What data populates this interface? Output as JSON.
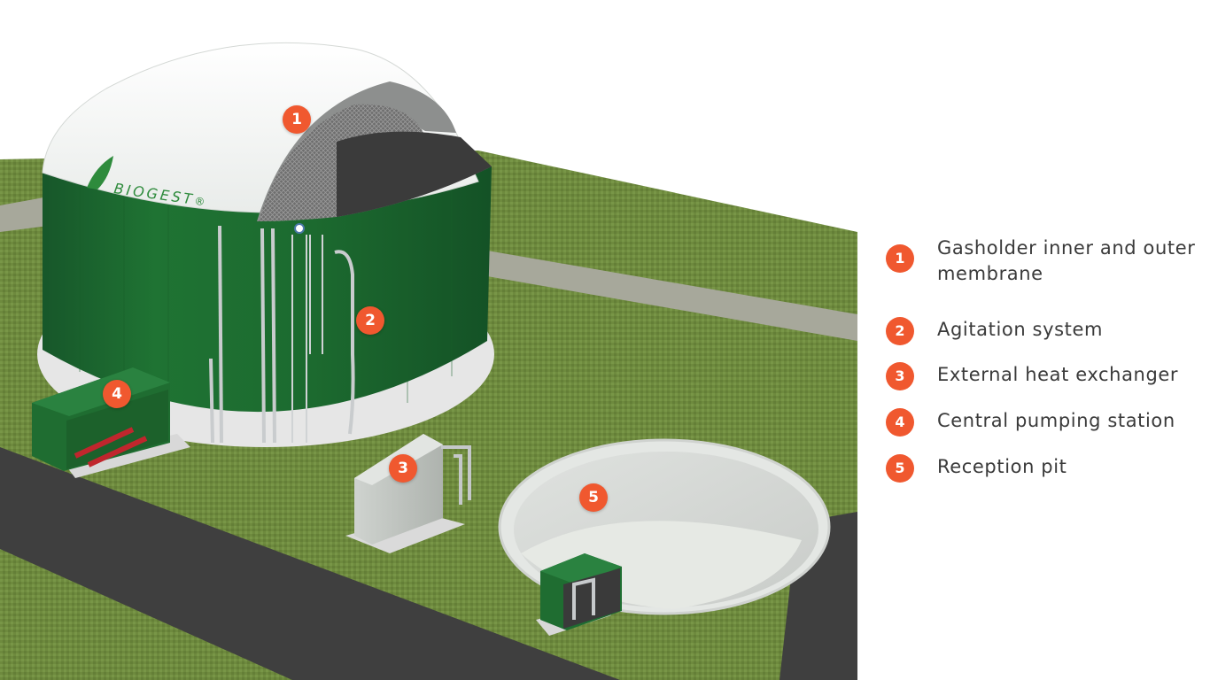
{
  "logo": {
    "text": "BIOGEST",
    "mark": "®"
  },
  "markers": [
    {
      "number": "1"
    },
    {
      "number": "2"
    },
    {
      "number": "3"
    },
    {
      "number": "4"
    },
    {
      "number": "5"
    }
  ],
  "legend": [
    {
      "number": "1",
      "label": "Gasholder inner and outer membrane"
    },
    {
      "number": "2",
      "label": "Agitation system"
    },
    {
      "number": "3",
      "label": "External heat exchanger"
    },
    {
      "number": "4",
      "label": "Central pumping station"
    },
    {
      "number": "5",
      "label": "Reception pit"
    }
  ],
  "colors": {
    "accent": "#f0582f",
    "tank_green": "#1e6b2e",
    "grass": "#6f8a3f",
    "road": "#3f3f3f",
    "text": "#3a3a3a"
  }
}
